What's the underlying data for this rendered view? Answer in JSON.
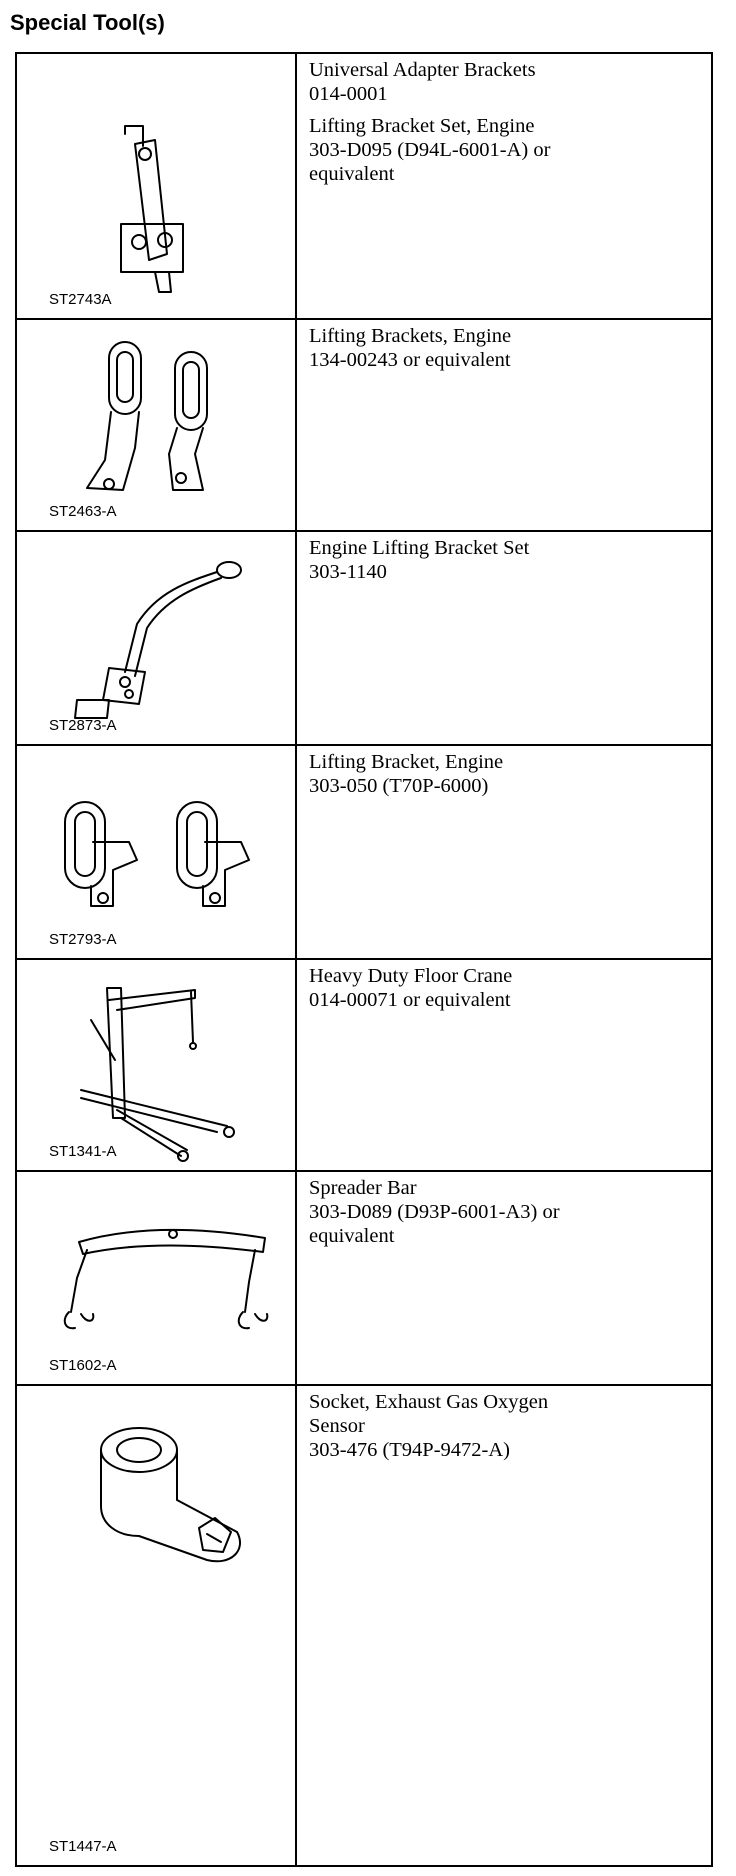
{
  "heading": "Special Tool(s)",
  "tools": [
    {
      "code": "ST2743A",
      "lines": [
        "Universal Adapter Brackets",
        "014-0001",
        "Lifting Bracket Set, Engine",
        "303-D095 (D94L-6001-A) or",
        "equivalent"
      ]
    },
    {
      "code": "ST2463-A",
      "lines": [
        "Lifting Brackets, Engine",
        "134-00243 or equivalent"
      ]
    },
    {
      "code": "ST2873-A",
      "lines": [
        "Engine Lifting Bracket Set",
        "303-1140"
      ]
    },
    {
      "code": "ST2793-A",
      "lines": [
        " Lifting Bracket, Engine",
        "303-050 (T70P-6000)"
      ]
    },
    {
      "code": "ST1341-A",
      "lines": [
        "Heavy Duty Floor Crane",
        "014-00071 or equivalent"
      ]
    },
    {
      "code": "ST1602-A",
      "lines": [
        "Spreader Bar",
        "303-D089 (D93P-6001-A3) or",
        "equivalent"
      ]
    },
    {
      "code": "ST1447-A",
      "lines": [
        "Socket, Exhaust Gas Oxygen",
        "Sensor",
        "303-476 (T94P-9472-A)"
      ]
    }
  ]
}
